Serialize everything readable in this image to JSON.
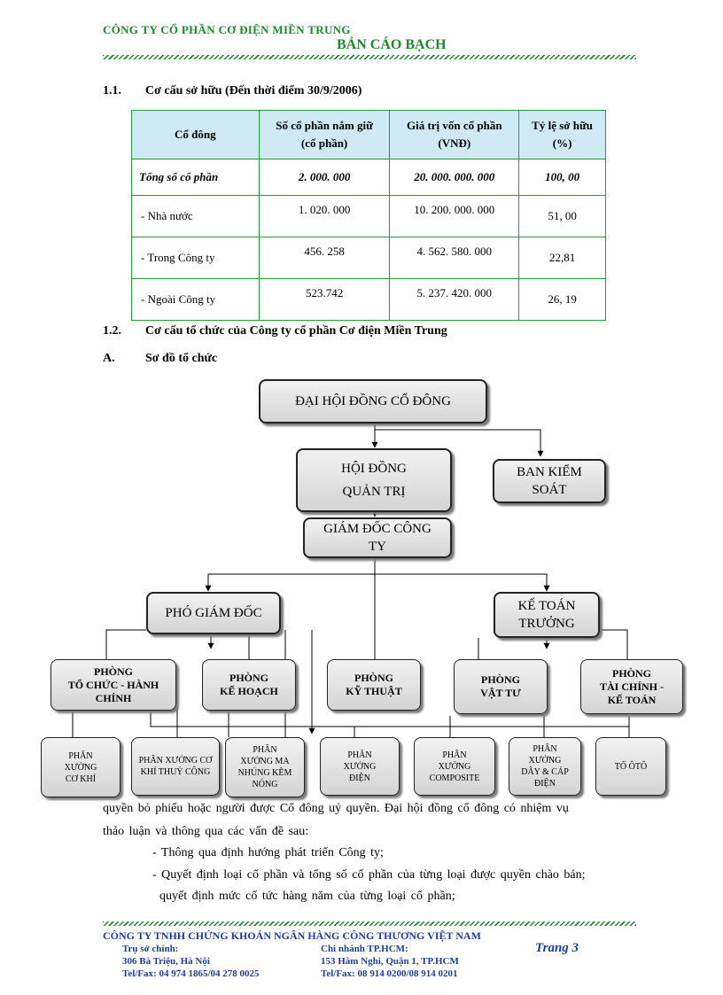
{
  "header": {
    "company": "CÔNG TY CỔ PHẦN CƠ ĐIỆN MIỀN TRUNG",
    "doc_title": "BẢN CÁO BẠCH"
  },
  "section_1_1": {
    "number": "1.1.",
    "title": "Cơ cấu sở hữu (Đến thời điểm 30/9/2006)"
  },
  "ownership_table": {
    "headers": [
      [
        "Cổ đông"
      ],
      [
        "Số cổ phần nắm giữ",
        "(cổ phần)"
      ],
      [
        "Giá trị vốn cổ phần",
        "(VNĐ)"
      ],
      [
        "Tỷ lệ sở hữu",
        "(%)"
      ]
    ],
    "rows": [
      {
        "name": "Tổng số cổ phần",
        "shares": "2. 000. 000",
        "value": "20. 000. 000. 000",
        "pct": "100, 00"
      },
      {
        "name": "- Nhà nước",
        "shares": "1. 020. 000",
        "value": "10. 200. 000. 000",
        "pct": "51, 00"
      },
      {
        "name": "- Trong Công ty",
        "shares": "456. 258",
        "value": "4. 562. 580. 000",
        "pct": "22,81"
      },
      {
        "name": "- Ngoài Công ty",
        "shares": "523.742",
        "value": "5. 237. 420. 000",
        "pct": "26, 19"
      }
    ]
  },
  "section_1_2": {
    "number": "1.2.",
    "title": "Cơ cấu tổ chức của Công ty cổ phần Cơ điện Miền Trung"
  },
  "section_A": {
    "number": "A.",
    "title": "Sơ đồ tổ chức"
  },
  "org_chart": {
    "shareholders": [
      "ĐẠI HỘI ĐỒNG CỔ ĐÔNG"
    ],
    "board": [
      "HỘI ĐỒNG",
      "QUẢN TRỊ"
    ],
    "supervisory": [
      "BAN KIỂM",
      "SOÁT"
    ],
    "director": [
      "GIÁM ĐỐC CÔNG",
      "TY"
    ],
    "deputy": [
      "PHÓ GIÁM ĐỐC"
    ],
    "chief_accountant": [
      "KẾ TOÁN",
      "TRƯỞNG"
    ],
    "departments": [
      [
        "PHÒNG",
        "TỔ CHỨC - HÀNH",
        "CHÍNH"
      ],
      [
        "PHÒNG",
        "KẾ HOẠCH"
      ],
      [
        "PHÒNG",
        "KỸ THUẬT"
      ],
      [
        "PHÒNG",
        "VẬT TƯ"
      ],
      [
        "PHÒNG",
        "TÀI CHÍNH -",
        "KẾ TOÁN"
      ]
    ],
    "units": [
      [
        "PHÂN",
        "XƯỞNG",
        "CƠ KHÍ"
      ],
      [
        "PHÂN XƯỞNG CƠ",
        "KHÍ THUỶ CÔNG"
      ],
      [
        "PHÂN",
        "XƯỞNG MA",
        "NHÚNG KẼM",
        "NÓNG"
      ],
      [
        "PHÂN",
        "XƯỞNG",
        "ĐIỆN"
      ],
      [
        "PHÂN",
        "XƯỞNG",
        "COMPOSITE"
      ],
      [
        "PHÂN",
        "XƯỞNG",
        "DÂY & CÁP",
        "ĐIỆN"
      ],
      [
        "TỔ ÔTÔ"
      ]
    ]
  },
  "body": {
    "partial_line": "quyền bỏ phiếu hoặc người được Cổ đông uỷ quyền. Đại hội đồng cổ đông có nhiệm vụ",
    "line2": "thảo luận và thông qua các vấn đề sau:",
    "bullets": [
      "- Thông qua định hướng phát triển Công ty;",
      "- Quyết định loại cổ phần và tổng số cổ phần của từng loại được quyền chào bán;"
    ],
    "bullet2_cont": "quyết định mức cổ tức hàng năm của từng loại cổ phần;"
  },
  "footer": {
    "company": "CÔNG TY TNHH CHỨNG KHOÁN NGÂN HÀNG CÔNG THƯƠNG VIỆT NAM",
    "hq": {
      "label": "Trụ sở chính:",
      "address": "306 Bà Triệu, Hà Nội",
      "phone": "Tel/Fax: 04 974 1865/04 278 0025"
    },
    "branch": {
      "label": "Chi nhánh TP.HCM:",
      "address": "153 Hàm Nghi, Quận 1, TP.HCM",
      "phone": "Tel/Fax: 08 914 0200/08 914 0201"
    },
    "page": "Trang 3"
  },
  "colors": {
    "header_green": "#1a8a2a",
    "footer_blue": "#1d3fa3",
    "table_header_bg": "#cfe9f5",
    "table_border": "#1e9f3a"
  }
}
